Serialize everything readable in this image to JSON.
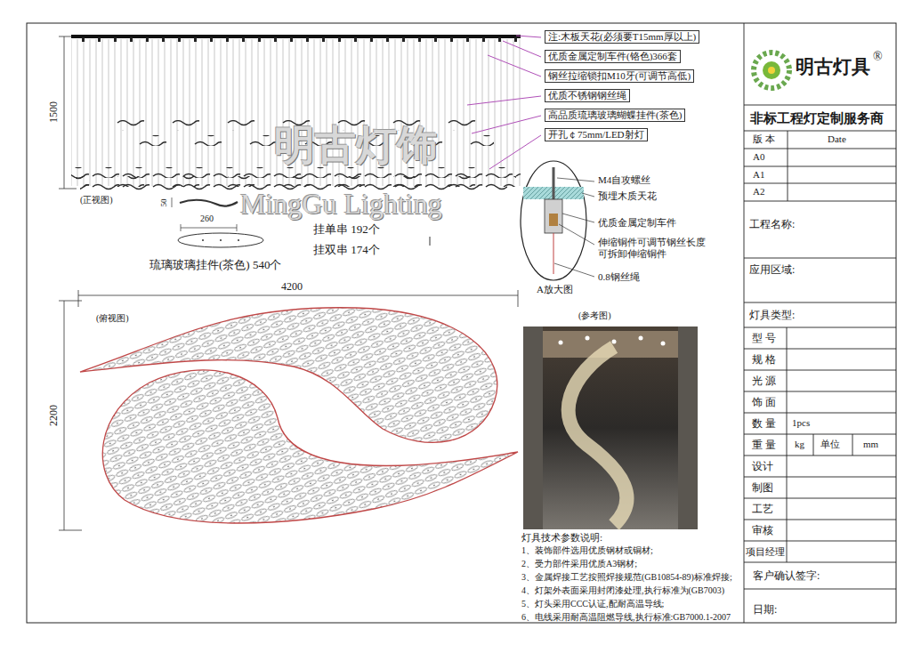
{
  "diagram": {
    "labels": [
      "注:木板天花(必须要T15mm厚以上)",
      "优质金属定制车件(铬色)366套",
      "钢丝拉缩锁扣M10牙(可调节高低)",
      "优质不锈钢钢丝绳",
      "高品质琉璃玻璃蝴蝶挂件(茶色)",
      "开孔￠75mm/LED射灯",
      "1500",
      "(正视图)",
      "50",
      "260",
      "挂单串 192个",
      "挂双串 174个",
      "琉璃玻璃挂件(茶色) 540个",
      "明古灯饰",
      "MingGu Lighting",
      "M4自攻螺丝",
      "预埋木质天花",
      "优质金属定制车件",
      "伸缩铜件可调节钢丝长度 可拆卸伸缩铜件",
      "0.8钢丝绳",
      "A放大图",
      "4200",
      "2200",
      "(俯视图)",
      "(参考图)",
      "灯具技术参数说明:",
      "1、装饰部件选用优质钢材或铜材;",
      "2、受力部件采用优质A3钢材;",
      "3、金属焊接工艺按照焊接规范(GB10854-89)标准焊接;",
      "4、灯架外表面采用封闭漆处理,执行标准为(GB7003)",
      "5、灯头采用CCC认证,配耐高温导线;",
      "6、电线采用耐高温阻燃导线,执行标准:GB7000.1-2007",
      "明古灯具",
      "®",
      "非标工程灯定制服务商",
      "版 本",
      "Date",
      "A0",
      "A1",
      "A2",
      "工程名称:",
      "应用区域:",
      "灯具类型:",
      "型 号",
      "规 格",
      "光 源",
      "饰 面",
      "数 量",
      "1pcs",
      "重 量",
      "kg",
      "单位",
      "mm",
      "设计",
      "制图",
      "工艺",
      "审核",
      "项目经理",
      "客户确认签字:",
      "日期:"
    ]
  }
}
